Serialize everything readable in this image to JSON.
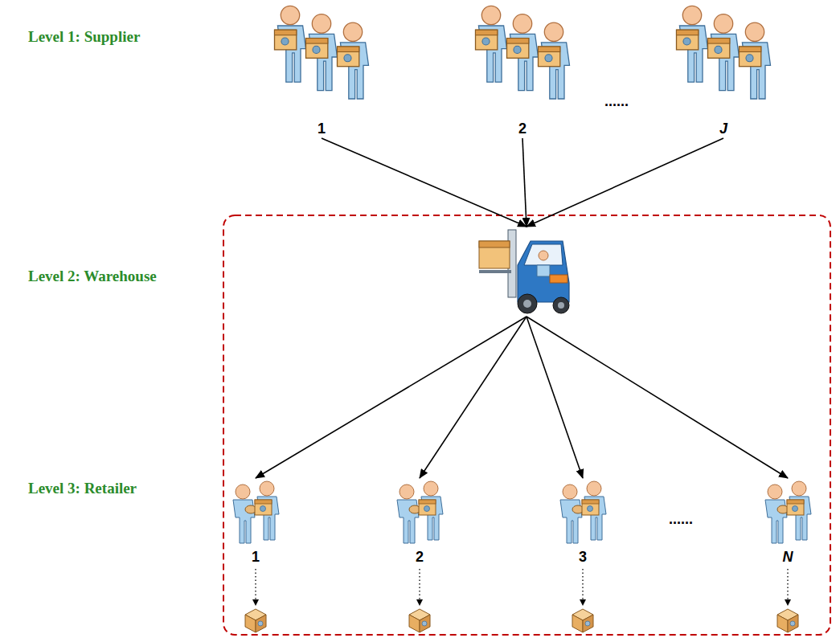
{
  "diagram": {
    "nodes": [
      {
        "text": [
          "1"
        ]
      },
      {
        "text": [
          "2"
        ]
      },
      {
        "text": [
          "J"
        ]
      },
      {
        "text": []
      },
      {
        "text": [
          "1"
        ]
      },
      {
        "text": [
          "2"
        ]
      },
      {
        "text": [
          "3"
        ]
      },
      {
        "text": [
          "N"
        ]
      }
    ],
    "edges": [
      {
        "from": 0,
        "to": 3,
        "arrow": "to"
      },
      {
        "from": 1,
        "to": 3,
        "arrow": "to"
      },
      {
        "from": 2,
        "to": 3,
        "arrow": "to"
      },
      {
        "from": 3,
        "to": 4,
        "arrow": "to"
      },
      {
        "from": 3,
        "to": 5,
        "arrow": "to"
      },
      {
        "from": 3,
        "to": 6,
        "arrow": "to"
      },
      {
        "from": 3,
        "to": 7,
        "arrow": "to"
      }
    ],
    "labels": [
      "Level 1: Supplier",
      "......",
      "Level 2: Warehouse",
      "Level 3: Retailer",
      "......"
    ]
  }
}
